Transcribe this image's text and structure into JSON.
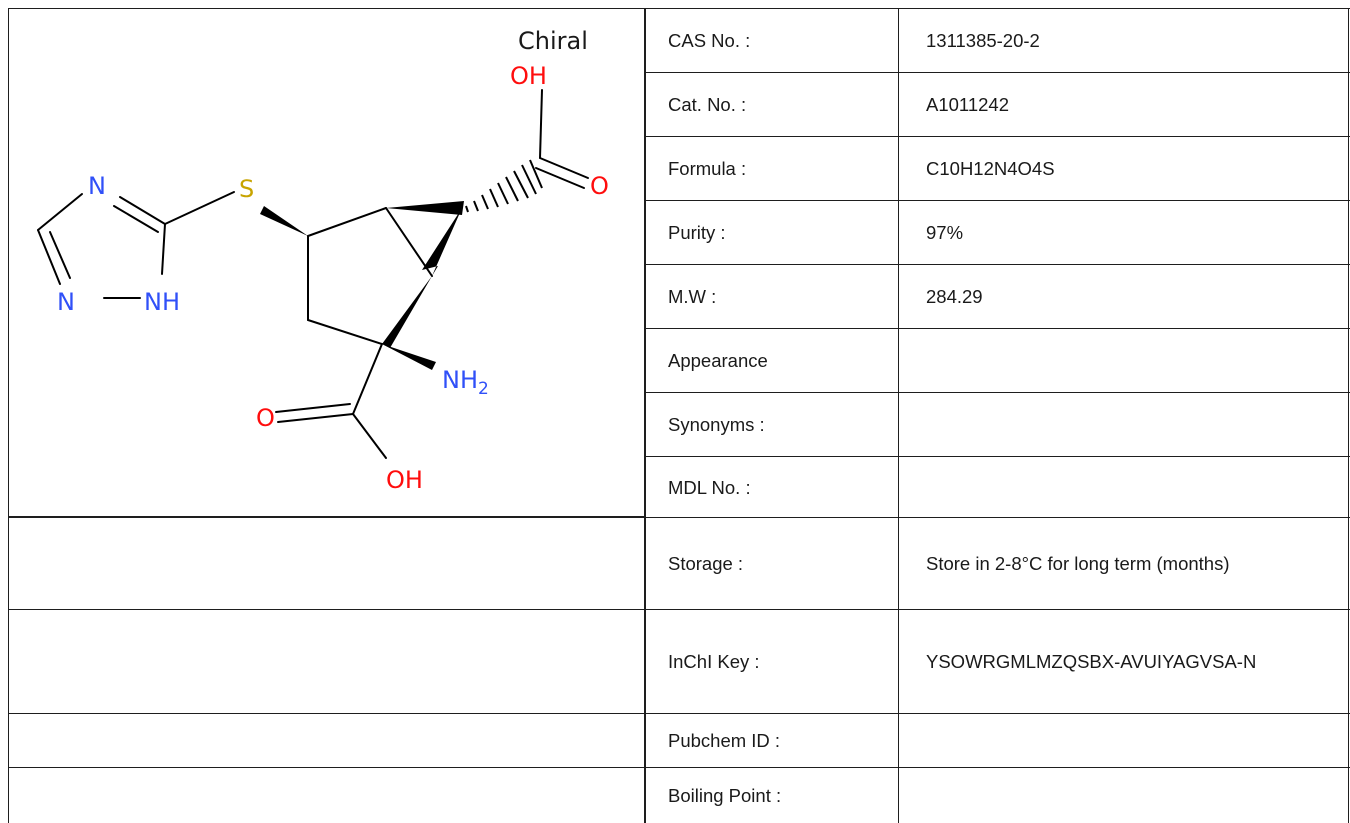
{
  "structure": {
    "chiral_label": "Chiral",
    "atoms": {
      "oh_top": "OH",
      "o_top_carbonyl": "O",
      "n_ring_top": "N",
      "sulfur": "S",
      "n_ring_bottom": "N",
      "nh_ring": "NH",
      "nh2": "NH",
      "nh2_subscript": "2",
      "o_bottom_carbonyl": "O",
      "oh_bottom": "OH"
    },
    "colors": {
      "oxygen": "#ff0d0d",
      "nitrogen": "#3050f8",
      "sulfur": "#c8a400",
      "bond": "#000000"
    }
  },
  "properties": [
    {
      "label": "CAS No. :",
      "value": "1311385-20-2"
    },
    {
      "label": "Cat. No. :",
      "value": "A1011242"
    },
    {
      "label": "Formula :",
      "value": "C10H12N4O4S"
    },
    {
      "label": "Purity :",
      "value": "97%"
    },
    {
      "label": "M.W :",
      "value": "284.29"
    },
    {
      "label": "Appearance",
      "value": ""
    },
    {
      "label": "Synonyms :",
      "value": ""
    },
    {
      "label": "MDL No. :",
      "value": ""
    },
    {
      "label": "Storage :",
      "value": "Store in 2-8°C for long term (months)"
    },
    {
      "label": "InChI Key :",
      "value": "YSOWRGMLMZQSBX-AVUIYAGVSA-N"
    },
    {
      "label": "Pubchem ID :",
      "value": ""
    },
    {
      "label": "Boiling Point :",
      "value": ""
    }
  ]
}
